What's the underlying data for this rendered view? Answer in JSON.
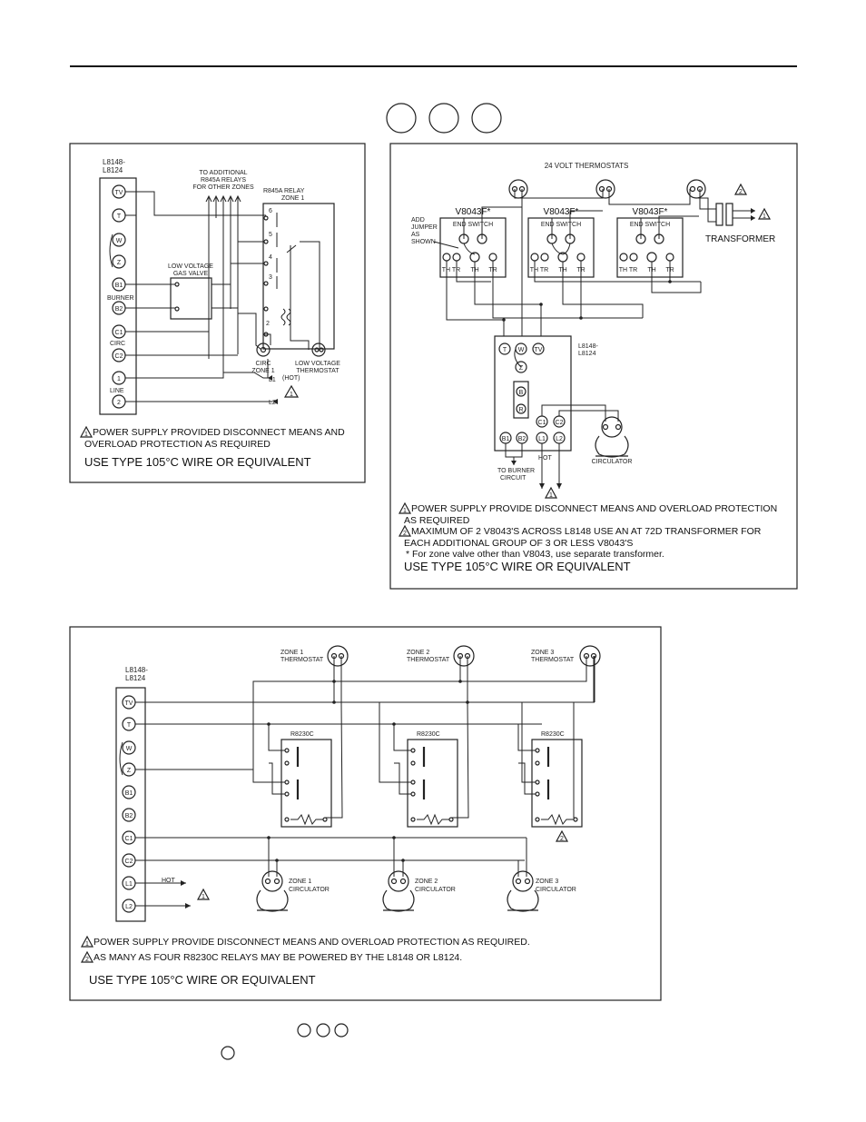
{
  "fig1": {
    "controller": "L8148-\nL8124",
    "controller_l1": "L8148-",
    "controller_l2": "L8124",
    "terminals": [
      "TV",
      "T",
      "W",
      "Z",
      "B1",
      "B2",
      "C1",
      "C2",
      "1",
      "2"
    ],
    "burner": "BURNER",
    "circ": "CIRC",
    "line": "LINE",
    "to_additional_1": "TO ADDITIONAL",
    "to_additional_2": "R845A RELAYS",
    "to_additional_3": "FOR OTHER ZONES",
    "relay_1": "R845A RELAY",
    "relay_2": "ZONE 1",
    "gas_valve_1": "LOW VOLTAGE",
    "gas_valve_2": "GAS VALVE",
    "circ_zone_1": "CIRC",
    "circ_zone_2": "ZONE 1",
    "thermo_1": "LOW VOLTAGE",
    "thermo_2": "THERMOSTAT",
    "l1": "L1",
    "hot": "(HOT)",
    "l2": "L2",
    "relay_terms": [
      "6",
      "5",
      "4",
      "3",
      "1",
      "2"
    ],
    "note1a": "POWER SUPPLY PROVIDED DISCONNECT MEANS AND",
    "note1b": "OVERLOAD PROTECTION AS REQUIRED",
    "wire_note": "USE TYPE 105°C WIRE OR EQUIVALENT"
  },
  "fig2": {
    "header": "24 VOLT THERMOSTATS",
    "valve_label": "V8043F*",
    "end_switch": "END SWITCH",
    "terms": [
      "TH TR",
      "TH",
      "TR"
    ],
    "jumper_1": "ADD",
    "jumper_2": "JUMPER",
    "jumper_3": "AS",
    "jumper_4": "SHOWN",
    "transformer": "TRANSFORMER",
    "controller_l1": "L8148-",
    "controller_l2": "L8124",
    "ctrl_terms": [
      "T",
      "W",
      "TV",
      "Z",
      "B",
      "R",
      "C1",
      "C2",
      "B1",
      "B2",
      "L1",
      "L2"
    ],
    "to_burner_1": "TO BURNER",
    "to_burner_2": "CIRCUIT",
    "hot": "HOT",
    "circulator": "CIRCULATOR",
    "note1a": "POWER SUPPLY PROVIDE DISCONNECT MEANS AND OVERLOAD PROTECTION",
    "note1b": "AS REQUIRED",
    "note2a": "MAXIMUM OF 2 V8043'S ACROSS L8148 USE AN AT 72D TRANSFORMER FOR",
    "note2b": "EACH ADDITIONAL GROUP OF 3 OR LESS V8043'S",
    "note3": "*   For zone valve other than V8043, use separate transformer.",
    "wire_note": "USE TYPE 105°C WIRE OR EQUIVALENT"
  },
  "fig3": {
    "controller_l1": "L8148-",
    "controller_l2": "L8124",
    "terminals": [
      "TV",
      "T",
      "W",
      "Z",
      "B1",
      "B2",
      "C1",
      "C2",
      "L1",
      "L2"
    ],
    "zones": [
      {
        "thermo_1": "ZONE 1",
        "thermo_2": "THERMOSTAT",
        "relay": "R8230C",
        "circ_1": "ZONE 1",
        "circ_2": "CIRCULATOR"
      },
      {
        "thermo_1": "ZONE 2",
        "thermo_2": "THERMOSTAT",
        "relay": "R8230C",
        "circ_1": "ZONE 2",
        "circ_2": "CIRCULATOR"
      },
      {
        "thermo_1": "ZONE 3",
        "thermo_2": "THERMOSTAT",
        "relay": "R8230C",
        "circ_1": "ZONE 3",
        "circ_2": "CIRCULATOR"
      }
    ],
    "hot": "HOT",
    "note1": "POWER SUPPLY PROVIDE DISCONNECT MEANS AND OVERLOAD PROTECTION AS REQUIRED.",
    "note2": "AS MANY AS FOUR R8230C RELAYS MAY BE POWERED BY THE L8148 OR L8124.",
    "wire_note": "USE TYPE 105°C WIRE OR EQUIVALENT"
  },
  "warning_marks": [
    "1",
    "2"
  ]
}
